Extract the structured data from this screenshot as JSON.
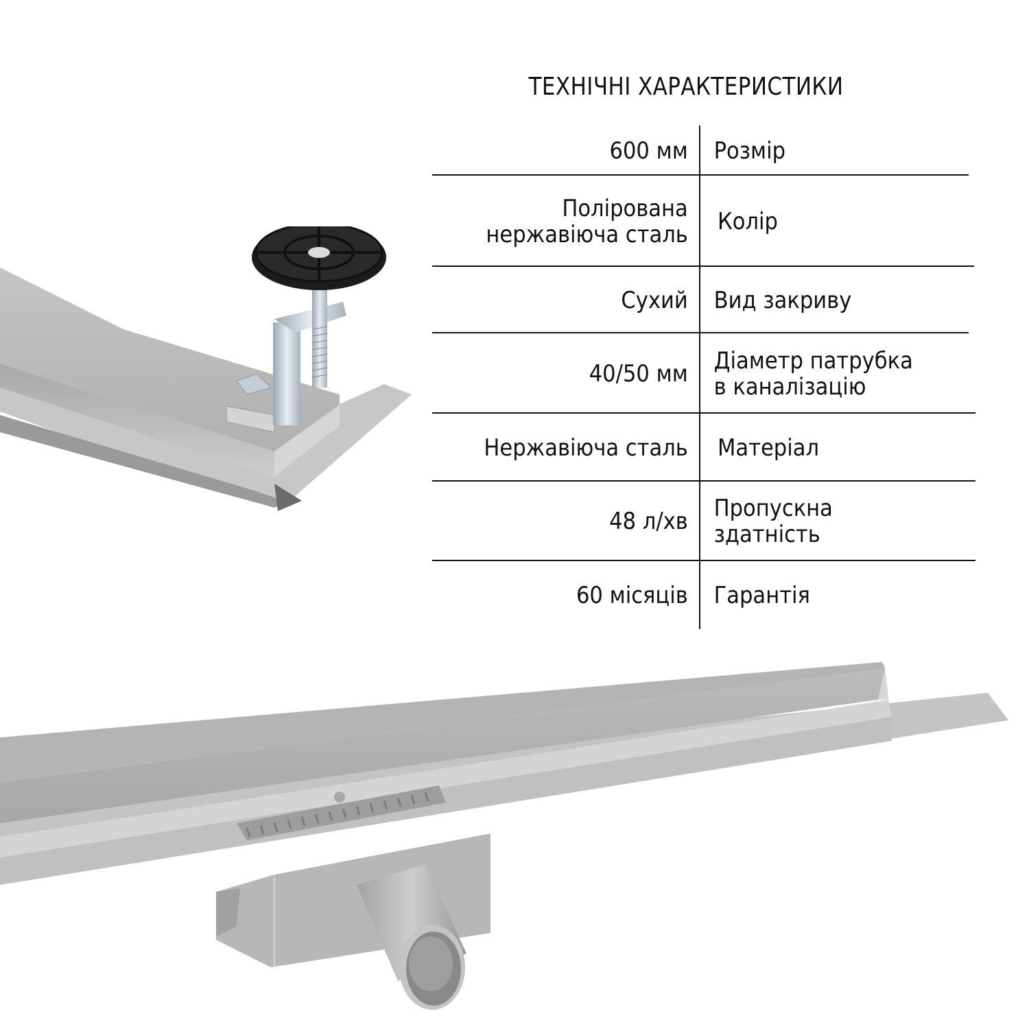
{
  "title": "ТЕХНІЧНІ ХАРАКТЕРИСТИКИ",
  "specs": [
    {
      "value": "600 мм",
      "label": "Розмір",
      "height": 73
    },
    {
      "value_lines": [
        "Полірована",
        "нержавіюча сталь"
      ],
      "label": "Колір",
      "height": 133
    },
    {
      "value": "Сухий",
      "label": "Вид закриву",
      "height": 97
    },
    {
      "value": "40/50 мм",
      "label_lines": [
        "Діаметр патрубка",
        "в каналізацію"
      ],
      "height": 117
    },
    {
      "value": "Нержавіюча сталь",
      "label": "Матеріал",
      "height": 99
    },
    {
      "value": "48 л/хв",
      "label_lines": [
        "Пропускна",
        "здатність"
      ],
      "height": 116
    },
    {
      "value": "60 місяців",
      "label": "Гарантія",
      "height": 99
    }
  ],
  "images": {
    "top": {
      "name": "drain-with-leveling-bracket",
      "alt": "Linear drain end with adjustable leveling foot"
    },
    "bottom": {
      "name": "linear-drain-with-outlet",
      "alt": "Stainless steel linear shower drain with side outlet pipe"
    }
  },
  "colors": {
    "text": "#111111",
    "background": "#ffffff",
    "steel_light": "#d2d0ce",
    "steel_mid": "#b7b5b3",
    "steel_dark": "#8f8d8b",
    "knob_black": "#1c1c1c",
    "zinc": "#c9d2db"
  }
}
